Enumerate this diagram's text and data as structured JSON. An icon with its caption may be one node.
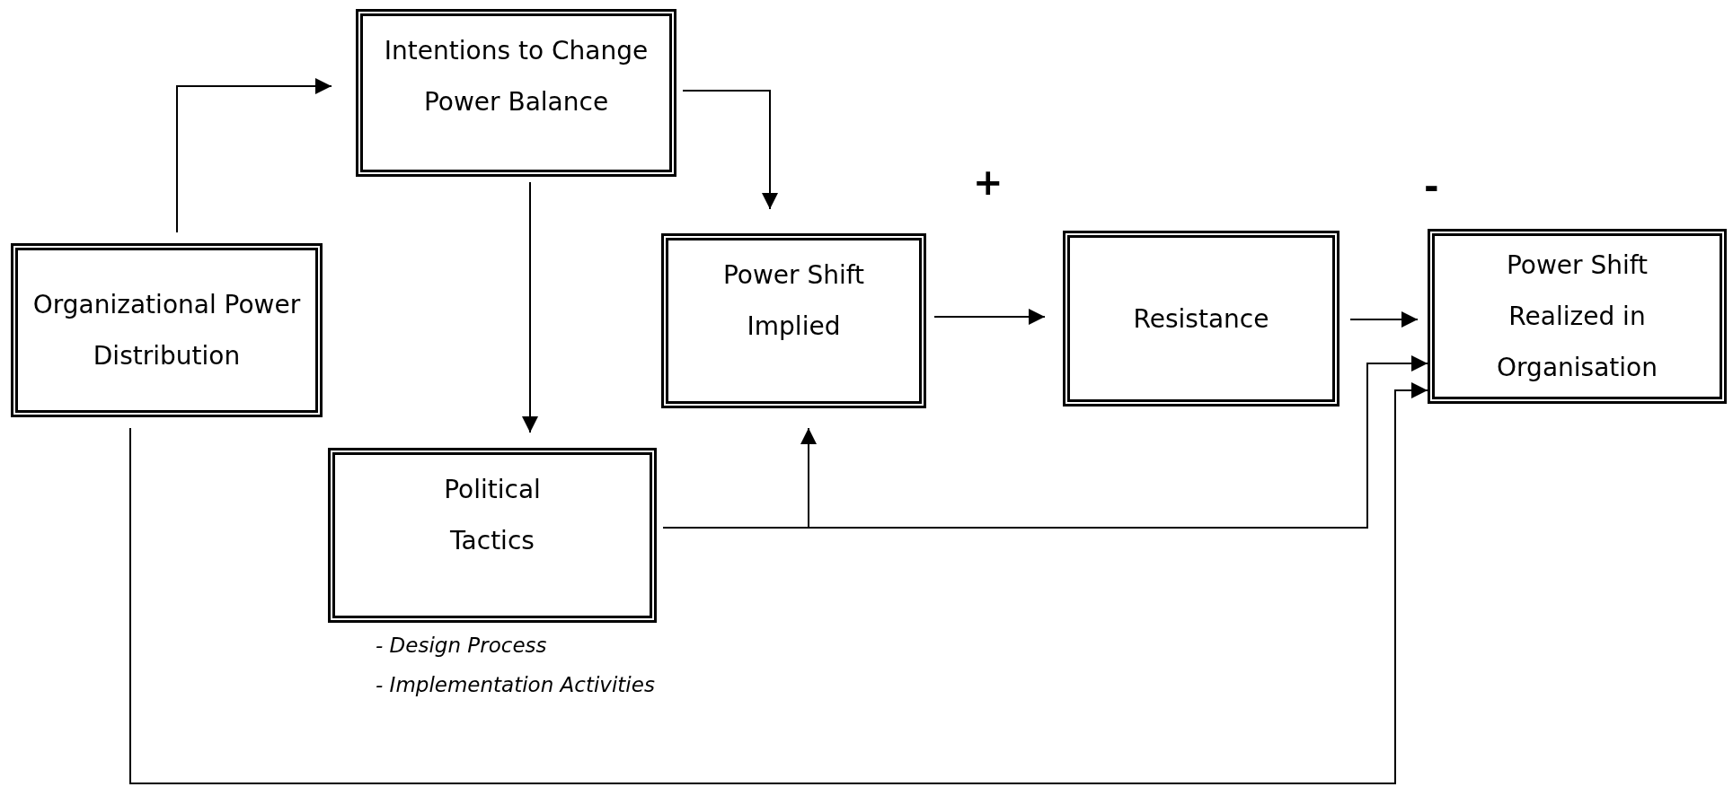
{
  "diagram": {
    "nodes": [
      {
        "text": [
          "Organizational Power Distribution"
        ]
      },
      {
        "text": [
          "Intentions to Change Power Balance"
        ]
      },
      {
        "text": [
          "Power Shift Implied"
        ]
      },
      {
        "text": [
          "Resistance"
        ]
      },
      {
        "text": [
          "Power Shift Realized in Organisation"
        ]
      },
      {
        "text": [
          "Political Tactics"
        ],
        "beside": [
          "- Design Process",
          "- Implementation Activities"
        ]
      }
    ],
    "edges": [
      {
        "from": 0,
        "to": 1,
        "arrow": "to"
      },
      {
        "from": 1,
        "to": 2,
        "arrow": "to"
      },
      {
        "from": 1,
        "to": 5,
        "arrow": "to"
      },
      {
        "from": 2,
        "to": 3,
        "arrow": "to"
      },
      {
        "from": 3,
        "to": 4,
        "arrow": "to"
      },
      {
        "from": 5,
        "to": 2,
        "arrow": "to"
      },
      {
        "from": 5,
        "to": 4,
        "arrow": "to"
      },
      {
        "from": 0,
        "to": 4,
        "arrow": "to"
      }
    ],
    "labels": [
      "+",
      "-"
    ]
  }
}
